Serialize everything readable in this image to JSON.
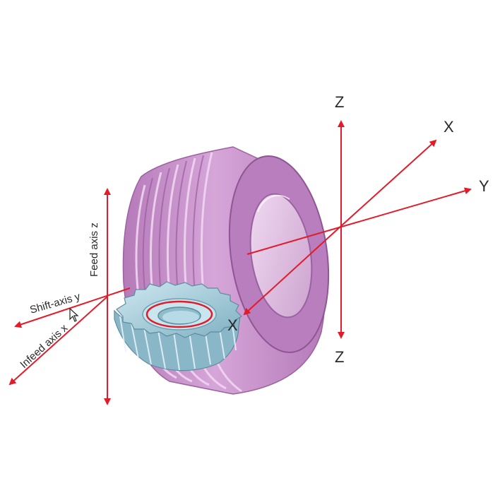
{
  "labels": {
    "z_top": "Z",
    "z_bottom": "Z",
    "x_upper": "X",
    "y_right": "Y",
    "x_center": "X",
    "feed_axis": "Feed axis z",
    "shift_axis": "Shift-axis y",
    "infeed_axis": "Infeed axis x"
  },
  "colors": {
    "axis": "#e21b2a",
    "hob_body": "#c48bc7",
    "hob_light": "#e2bce4",
    "hob_dark": "#a66aab",
    "gear": "#a9cfdc",
    "gear_dark": "#6e9fb2",
    "gear_light": "#d5ecf3"
  },
  "icons": [
    "arrow-pointer-icon"
  ]
}
